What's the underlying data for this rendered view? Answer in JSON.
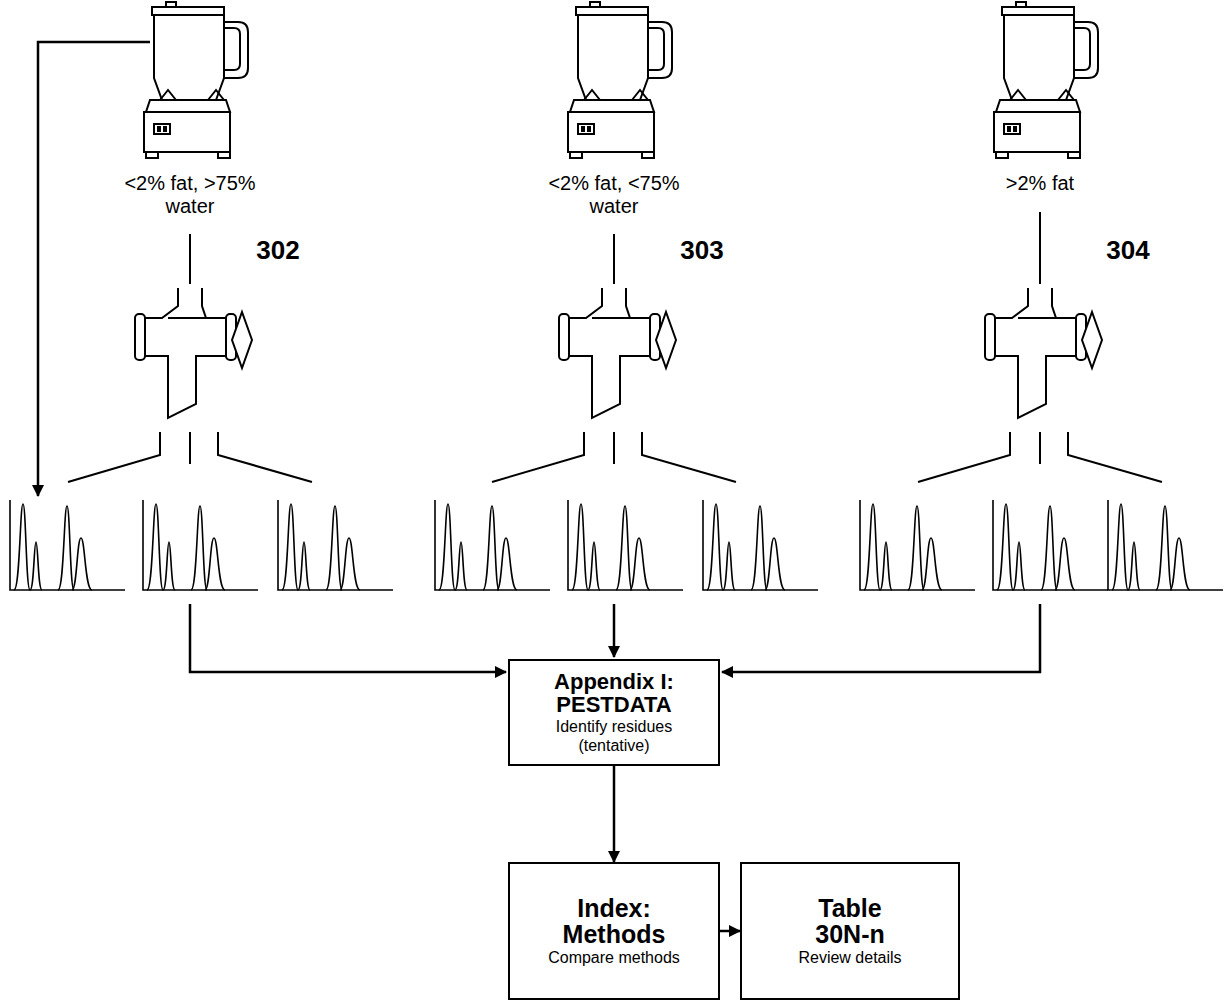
{
  "diagram": {
    "nodes": [
      {
        "text": [
          "Appendix I: PESTDATA",
          "Identify residues (tentative)"
        ]
      },
      {
        "text": [
          "Index: Methods",
          "Compare methods"
        ]
      },
      {
        "text": [
          "Table 30N-n",
          "Review details"
        ]
      }
    ],
    "edges": [
      {
        "from": 0,
        "to": 1,
        "arrow": "to"
      },
      {
        "from": 1,
        "to": 2,
        "arrow": "to"
      }
    ],
    "labels": [
      "<2% fat, >75% water",
      "302",
      "<2% fat, <75% water",
      "303",
      ">2% fat",
      "304"
    ]
  }
}
